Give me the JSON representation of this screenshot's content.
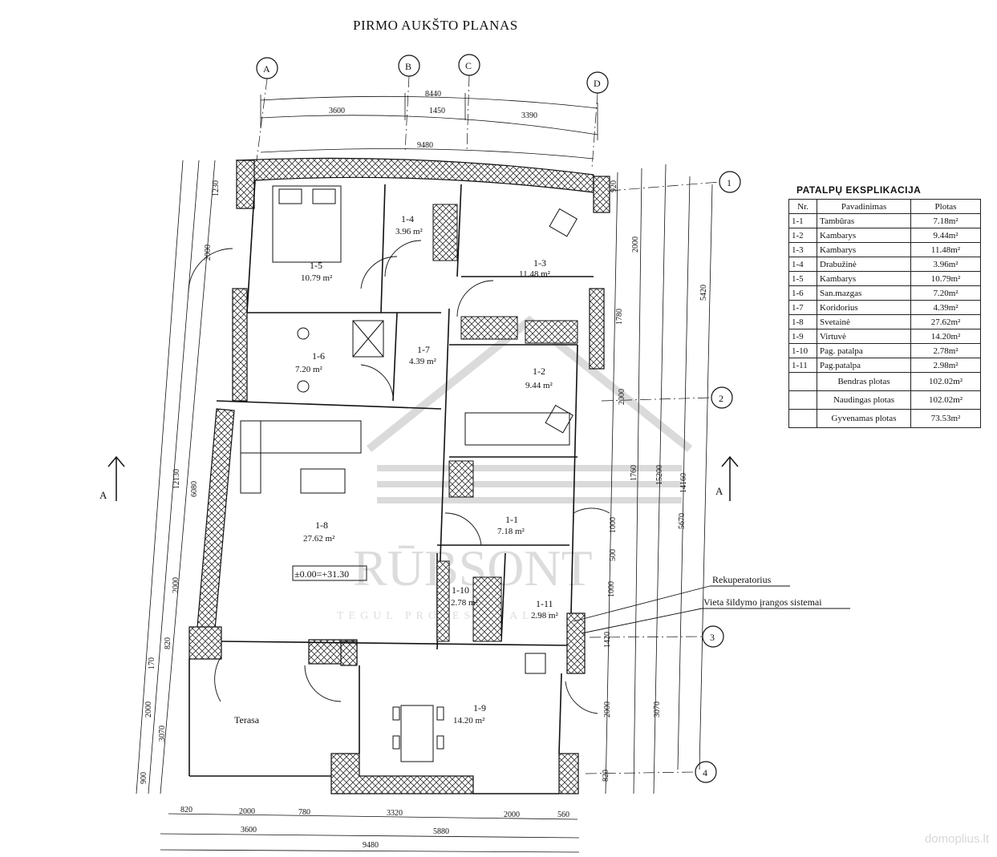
{
  "title": "PIRMO AUKŠTO PLANAS",
  "axes": {
    "letters": [
      "A",
      "B",
      "C",
      "D"
    ],
    "numbers": [
      "1",
      "2",
      "3",
      "4"
    ],
    "section_mark": "A"
  },
  "dimensions": {
    "top_overall": "8440",
    "top_segments": [
      "3600",
      "1450",
      "3390"
    ],
    "top_total": "9480",
    "bottom_segments": [
      "820",
      "2000",
      "780",
      "3320",
      "2000",
      "560"
    ],
    "bottom_mid": [
      "3600",
      "5880"
    ],
    "bottom_total": "9480",
    "left_outer": [
      "1230",
      "2000",
      "12130",
      "6080",
      "2000",
      "820",
      "170",
      "2000",
      "3070",
      "900"
    ],
    "right_outer": [
      "920",
      "2000",
      "1780",
      "2000",
      "15200",
      "14160",
      "5420",
      "5670",
      "1760",
      "1000",
      "1000",
      "500",
      "1420",
      "2000",
      "3070",
      "820"
    ]
  },
  "rooms": [
    {
      "id": "1-1",
      "area": "7.18 m²"
    },
    {
      "id": "1-2",
      "area": "9.44 m²"
    },
    {
      "id": "1-3",
      "area": "11.48 m²"
    },
    {
      "id": "1-4",
      "area": "3.96 m²"
    },
    {
      "id": "1-5",
      "area": "10.79 m²"
    },
    {
      "id": "1-6",
      "area": "7.20 m²"
    },
    {
      "id": "1-7",
      "area": "4.39 m²"
    },
    {
      "id": "1-8",
      "area": "27.62 m²"
    },
    {
      "id": "1-9",
      "area": "14.20 m²"
    },
    {
      "id": "1-10",
      "area": "2.78 m²"
    },
    {
      "id": "1-11",
      "area": "2.98 m²"
    }
  ],
  "labels": {
    "terrace": "Terasa",
    "level": "±0.00=+31.30",
    "recuperator": "Rekuperatorius",
    "heating": "Vieta šildymo įrangos sistemai",
    "watermark": "RŪBSONT",
    "watermark_sub": "TEGUL PROFESIONALAI"
  },
  "explication": {
    "title": "PATALPŲ EKSPLIKACIJA",
    "headers": [
      "Nr.",
      "Pavadinimas",
      "Plotas"
    ],
    "rows": [
      [
        "1-1",
        "Tambūras",
        "7.18m²"
      ],
      [
        "1-2",
        "Kambarys",
        "9.44m²"
      ],
      [
        "1-3",
        "Kambarys",
        "11.48m²"
      ],
      [
        "1-4",
        "Drabužinė",
        "3.96m²"
      ],
      [
        "1-5",
        "Kambarys",
        "10.79m²"
      ],
      [
        "1-6",
        "San.mazgas",
        "7.20m²"
      ],
      [
        "1-7",
        "Koridorius",
        "4.39m²"
      ],
      [
        "1-8",
        "Svetainė",
        "27.62m²"
      ],
      [
        "1-9",
        "Virtuvė",
        "14.20m²"
      ],
      [
        "1-10",
        "Pag. patalpa",
        "2.78m²"
      ],
      [
        "1-11",
        "Pag.patalpa",
        "2.98m²"
      ]
    ],
    "totals": [
      [
        "Bendras plotas",
        "102.02m²"
      ],
      [
        "Naudingas plotas",
        "102.02m²"
      ],
      [
        "Gyvenamas plotas",
        "73.53m²"
      ]
    ]
  },
  "site_watermark": "domoplius.lt"
}
